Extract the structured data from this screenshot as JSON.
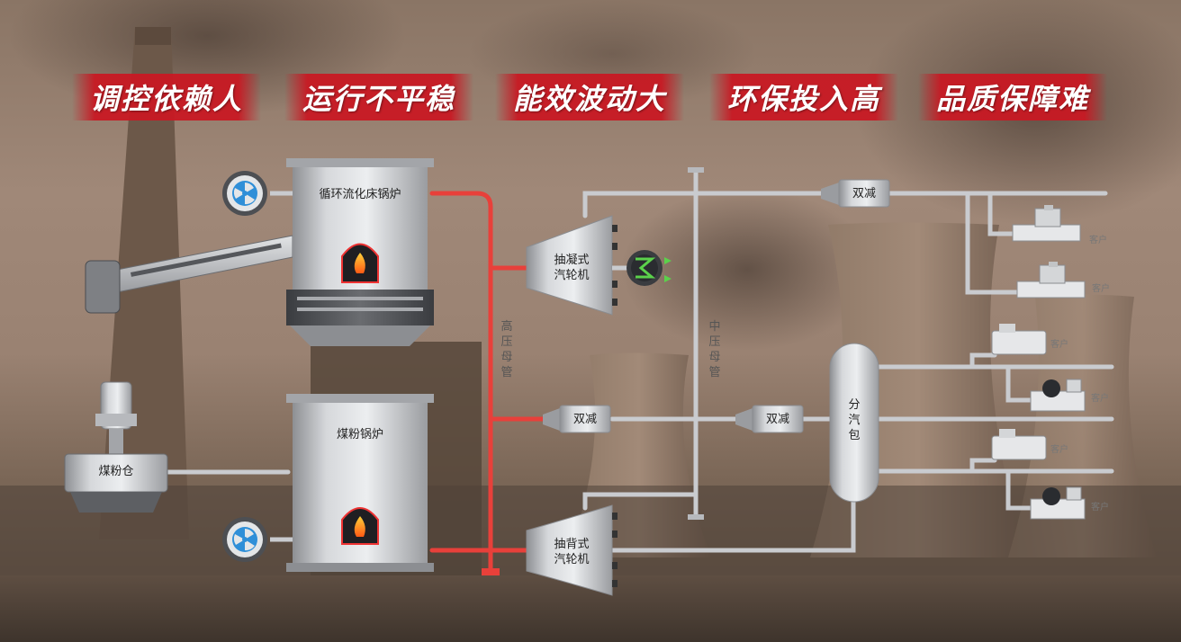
{
  "banners": [
    "调控依赖人",
    "运行不平稳",
    "能效波动大",
    "环保投入高",
    "品质保障难"
  ],
  "equipment": {
    "cfb_boiler": "循环流化床锅炉",
    "pc_boiler": "煤粉锅炉",
    "coal_bin": "煤粉仓",
    "condensing_turbine": [
      "抽凝式",
      "汽轮机"
    ],
    "backpressure_turbine": [
      "抽背式",
      "汽轮机"
    ],
    "header": [
      "分",
      "汽",
      "包"
    ]
  },
  "valves": {
    "top": "双减",
    "mid_left": "双减",
    "mid_right": "双减"
  },
  "mains": {
    "hp": [
      "高",
      "压",
      "母",
      "管"
    ],
    "mp": [
      "中",
      "压",
      "母",
      "管"
    ]
  },
  "customer_label": "客户",
  "colors": {
    "hp_pipe": "#e8403a",
    "pipe": "#c9cbcf",
    "banner": "#c8192a",
    "fan_blue": "#2f8fd8"
  }
}
